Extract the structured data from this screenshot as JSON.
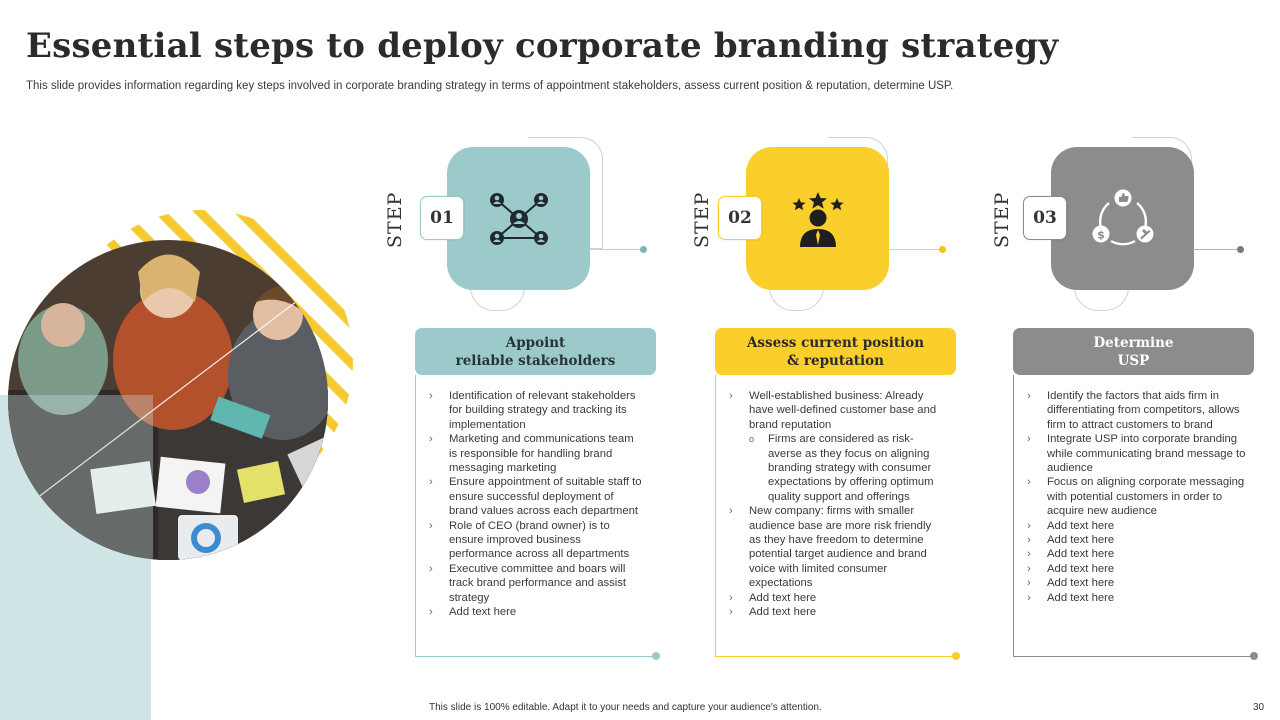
{
  "title": "Essential steps to deploy corporate branding strategy",
  "subtitle": "This slide provides information regarding key steps involved in corporate branding strategy in terms of appointment stakeholders, assess current position & reputation, determine USP.",
  "footer": "This slide is 100% editable.  Adapt it to your needs and capture your audience's attention.",
  "page_number": "30",
  "colors": {
    "teal": "#9ccacb",
    "yellow": "#fbcf2b",
    "gray": "#8c8c8c",
    "light_band": "#cfe4e5"
  },
  "steps": [
    {
      "step_word": "STEP",
      "number": "01",
      "icon": "network-people-icon",
      "heading_line1": "Appoint",
      "heading_line2": "reliable stakeholders",
      "bullets": [
        "Identification of relevant stakeholders for building strategy and tracking its implementation",
        "Marketing and communications team is responsible for handling brand messaging marketing",
        "Ensure appointment of suitable staff to ensure successful deployment of brand values across each department",
        "Role of CEO (brand owner) is to ensure improved business performance across all departments",
        "Executive committee and boars will track brand performance and assist strategy",
        "Add text here"
      ]
    },
    {
      "step_word": "STEP",
      "number": "02",
      "icon": "person-stars-icon",
      "heading_line1": "Assess current position",
      "heading_line2": "& reputation",
      "bullets": [
        "Well-established business: Already have well-defined customer base and brand reputation",
        "Firms are considered as risk-averse as they focus on aligning branding strategy with consumer expectations by offering optimum quality support and offerings",
        "New company: firms with smaller audience base are more risk friendly as they have freedom to determine potential target audience and brand voice with limited consumer expectations",
        "Add text here",
        "Add text here"
      ]
    },
    {
      "step_word": "STEP",
      "number": "03",
      "icon": "cycle-usp-icon",
      "heading_line1": "Determine",
      "heading_line2": "USP",
      "bullets": [
        "Identify the factors that aids firm in differentiating from competitors, allows firm to attract customers to brand",
        "Integrate USP into corporate branding while communicating brand message to audience",
        "Focus on aligning corporate messaging with potential customers in order to acquire new audience",
        "Add text here",
        "Add text here",
        "Add text here",
        "Add text here",
        "Add text here",
        "Add text here"
      ]
    }
  ]
}
